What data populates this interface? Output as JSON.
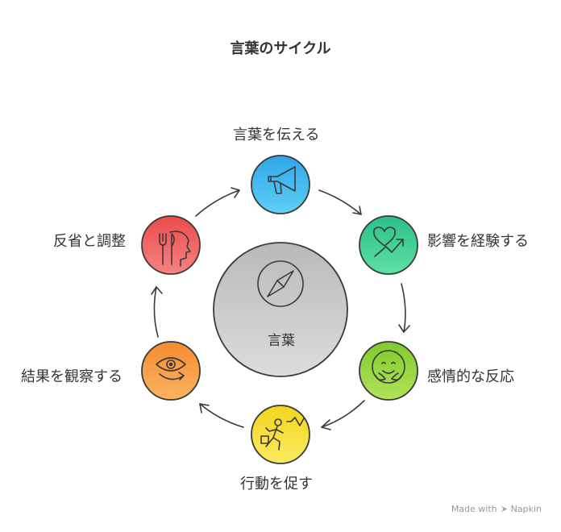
{
  "title": "言葉のサイクル",
  "center": {
    "label": "言葉",
    "icon": "compass-icon",
    "color": "#c4c4c4"
  },
  "nodes": [
    {
      "id": "speak",
      "label": "言葉を伝える",
      "icon": "megaphone-icon",
      "color": "#3bb4ee"
    },
    {
      "id": "experience",
      "label": "影響を経験する",
      "icon": "heart-chart-icon",
      "color": "#36cc8f"
    },
    {
      "id": "react",
      "label": "感情的な反応",
      "icon": "hugging-face-icon",
      "color": "#8ed43a"
    },
    {
      "id": "act",
      "label": "行動を促す",
      "icon": "running-person-icon",
      "color": "#f5df2a"
    },
    {
      "id": "observe",
      "label": "結果を観察する",
      "icon": "eye-icon",
      "color": "#f79a3e"
    },
    {
      "id": "reflect",
      "label": "反省と調整",
      "icon": "head-fork-icon",
      "color": "#ee5b5b"
    }
  ],
  "watermark": {
    "text": "Made with",
    "brand": "Napkin"
  }
}
